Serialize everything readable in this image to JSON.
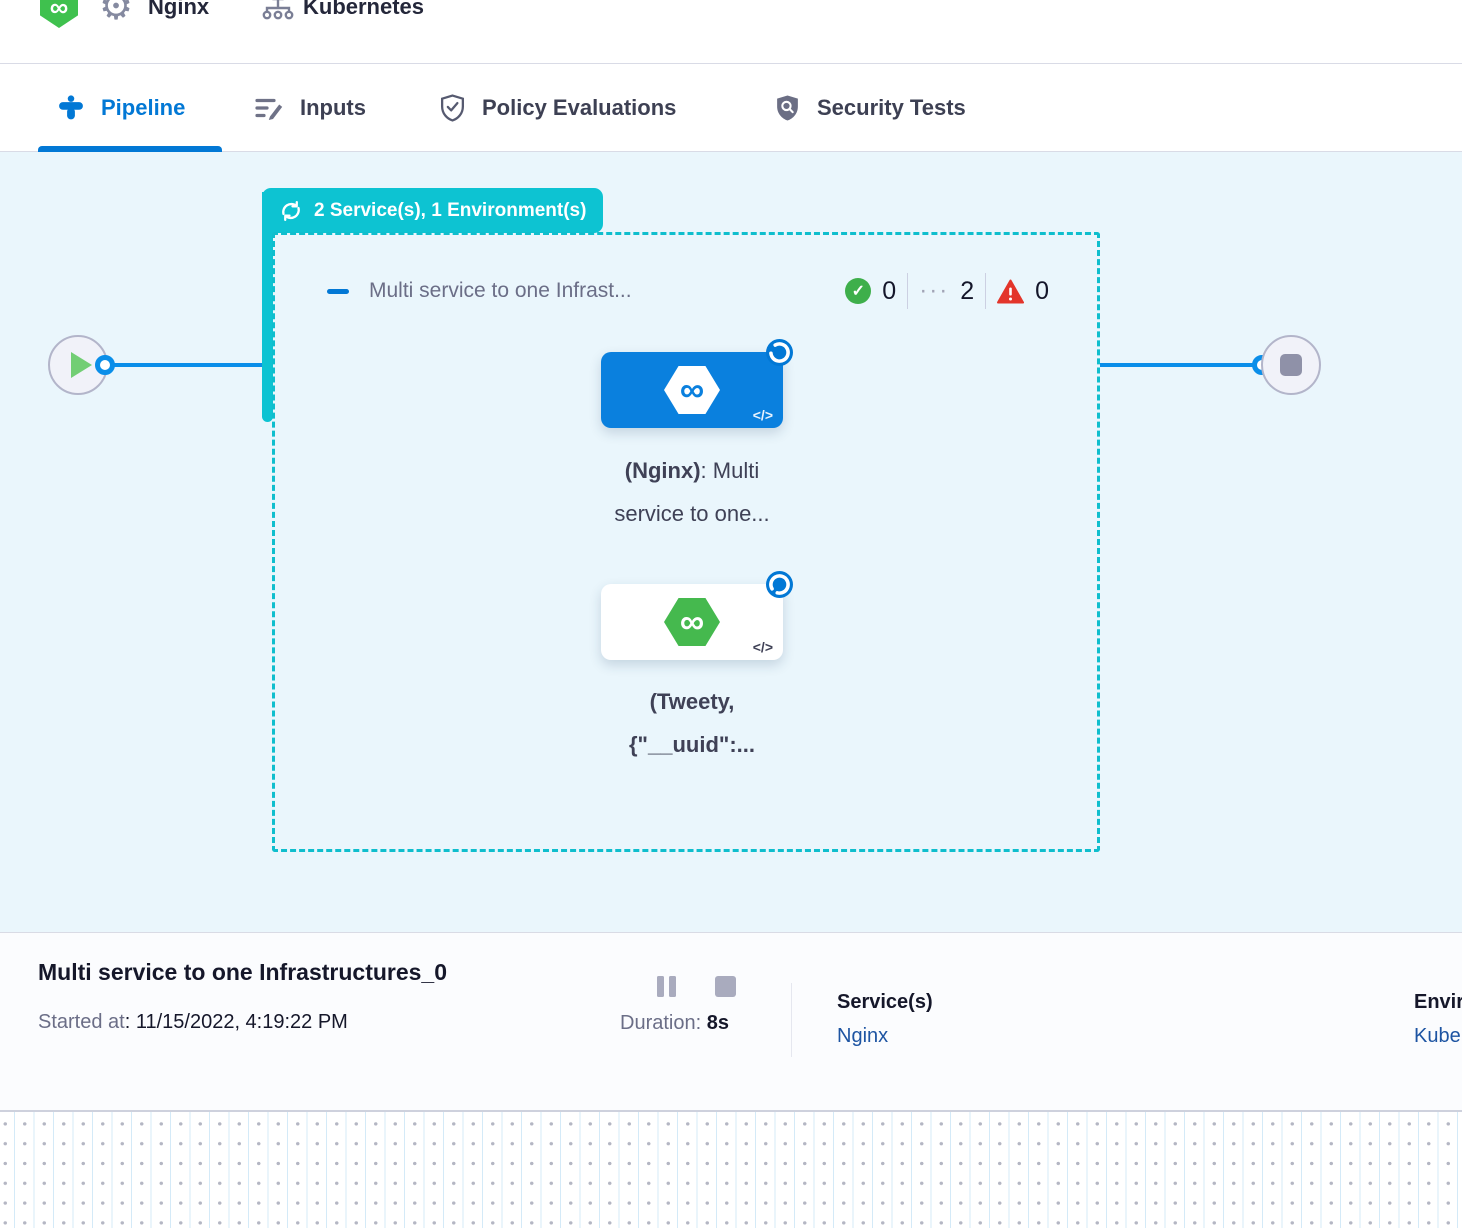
{
  "colors": {
    "accent_blue": "#0278D5",
    "edge_blue": "#0A8EE9",
    "teal": "#0DC3D2",
    "canvas_bg": "#EAF6FC",
    "success_green": "#3EAF4B",
    "error_red": "#E3352B",
    "link_blue": "#1D54A2"
  },
  "header": {
    "service_name": "Nginx",
    "environment_name": "Kubernetes"
  },
  "tabs": {
    "pipeline": "Pipeline",
    "inputs": "Inputs",
    "policy_evaluations": "Policy Evaluations",
    "security_tests": "Security Tests"
  },
  "canvas": {
    "group_badge": "2 Service(s), 1 Environment(s)",
    "stage_title": "Multi service to one Infrast...",
    "counts": {
      "success": "0",
      "running": "2",
      "failed": "0"
    },
    "node1": {
      "bold": "(Nginx)",
      "regular": ": Multi",
      "line2": "service to one..."
    },
    "node2": {
      "line1": "(Tweety,",
      "line2": "{\"__uuid\":..."
    }
  },
  "footer": {
    "title": "Multi service to one Infrastructures_0",
    "started_label": "Started at",
    "started_value": ": 11/15/2022, 4:19:22 PM",
    "duration_label": "Duration:",
    "duration_value": " 8s",
    "services_label": "Service(s)",
    "services_value": "Nginx",
    "environments_label": "Environment(s)",
    "environments_value": "Kubernetes"
  },
  "icons": {
    "gear": "⚙",
    "infinity": "∞",
    "code": "</>",
    "running_dots": "···",
    "check": "✓"
  }
}
